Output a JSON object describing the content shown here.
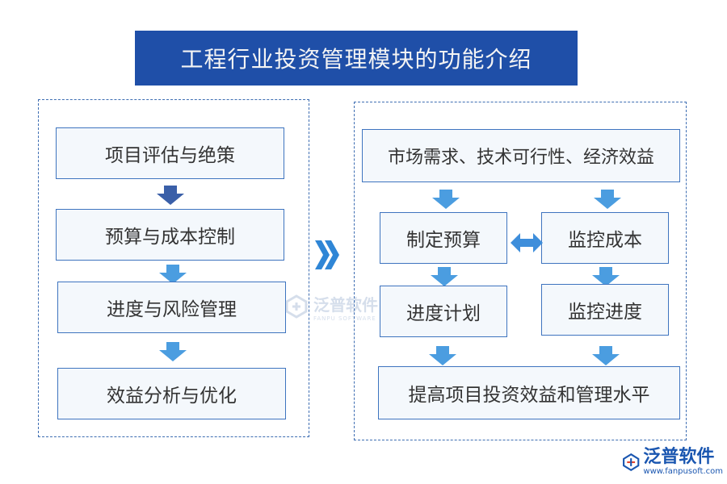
{
  "title": "工程行业投资管理模块的功能介绍",
  "left_panel": {
    "steps": [
      "项目评估与绝策",
      "预算与成本控制",
      "进度与风险管理",
      "效益分析与优化"
    ]
  },
  "right_panel": {
    "top": "市场需求、技术可行性、经济效益",
    "left_col": [
      "制定预算",
      "进度计划"
    ],
    "right_col": [
      "监控成本",
      "监控进度"
    ],
    "bottom": "提高项目投资效益和管理水平"
  },
  "watermark": {
    "name": "泛普软件",
    "sub": "FANPU SOFTWARE"
  },
  "logo": {
    "name": "泛普软件",
    "url": "www.fanpusoft.com"
  },
  "colors": {
    "title_bg": "#1f4fa8",
    "box_border": "#3e74bf",
    "arrow_light": "#4b9de0",
    "arrow_dark": "#3a5fa8",
    "panel_border": "#3d6db2"
  },
  "icons": [
    "down-arrow-icon",
    "double-chevron-right-icon",
    "bidirectional-arrow-icon",
    "fanpu-logo-icon"
  ]
}
